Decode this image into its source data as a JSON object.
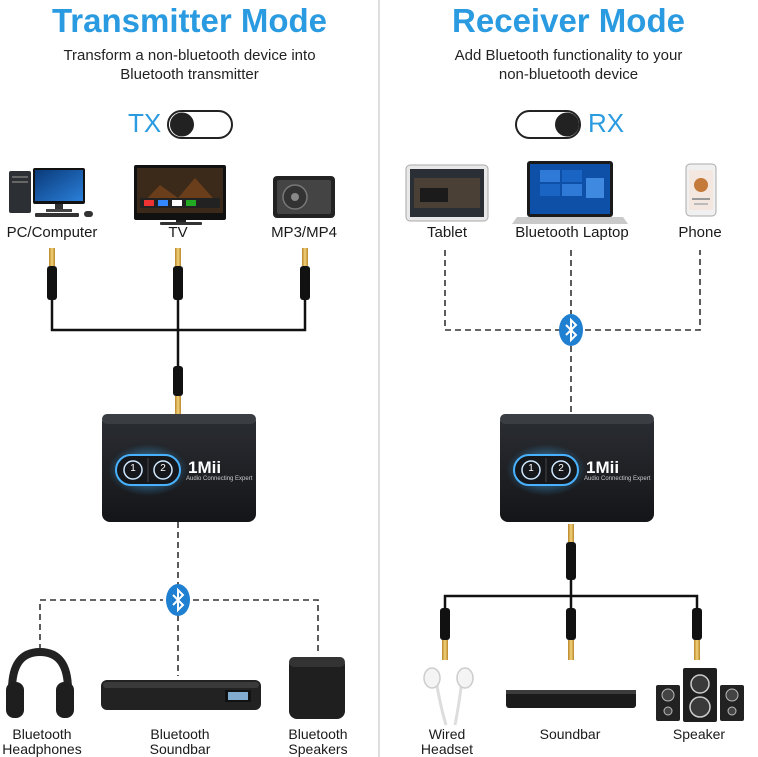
{
  "left": {
    "title": "Transmitter Mode",
    "subtitle_line1": "Transform a non-bluetooth device into",
    "subtitle_line2": "Bluetooth transmitter",
    "mode_label": "TX",
    "sources": [
      "PC/Computer",
      "TV",
      "MP3/MP4"
    ],
    "outputs": [
      {
        "line1": "Bluetooth",
        "line2": "Headphones"
      },
      {
        "line1": "Bluetooth",
        "line2": "Soundbar"
      },
      {
        "line1": "Bluetooth",
        "line2": "Speakers"
      }
    ]
  },
  "right": {
    "title": "Receiver Mode",
    "subtitle_line1": "Add Bluetooth functionality to your",
    "subtitle_line2": "non-bluetooth device",
    "mode_label": "RX",
    "sources": [
      "Tablet",
      "Bluetooth Laptop",
      "Phone"
    ],
    "outputs": [
      {
        "line1": "Wired",
        "line2": "Headset"
      },
      {
        "line1": "Soundbar",
        "line2": ""
      },
      {
        "line1": "Speaker",
        "line2": ""
      }
    ]
  },
  "device": {
    "brand": "1Mii",
    "tagline": "Audio Connecting Expert",
    "button1": "1",
    "button2": "2"
  },
  "colors": {
    "accent": "#2a9be0",
    "device_body": "#1b1d20",
    "led": "#3fa9ff"
  }
}
